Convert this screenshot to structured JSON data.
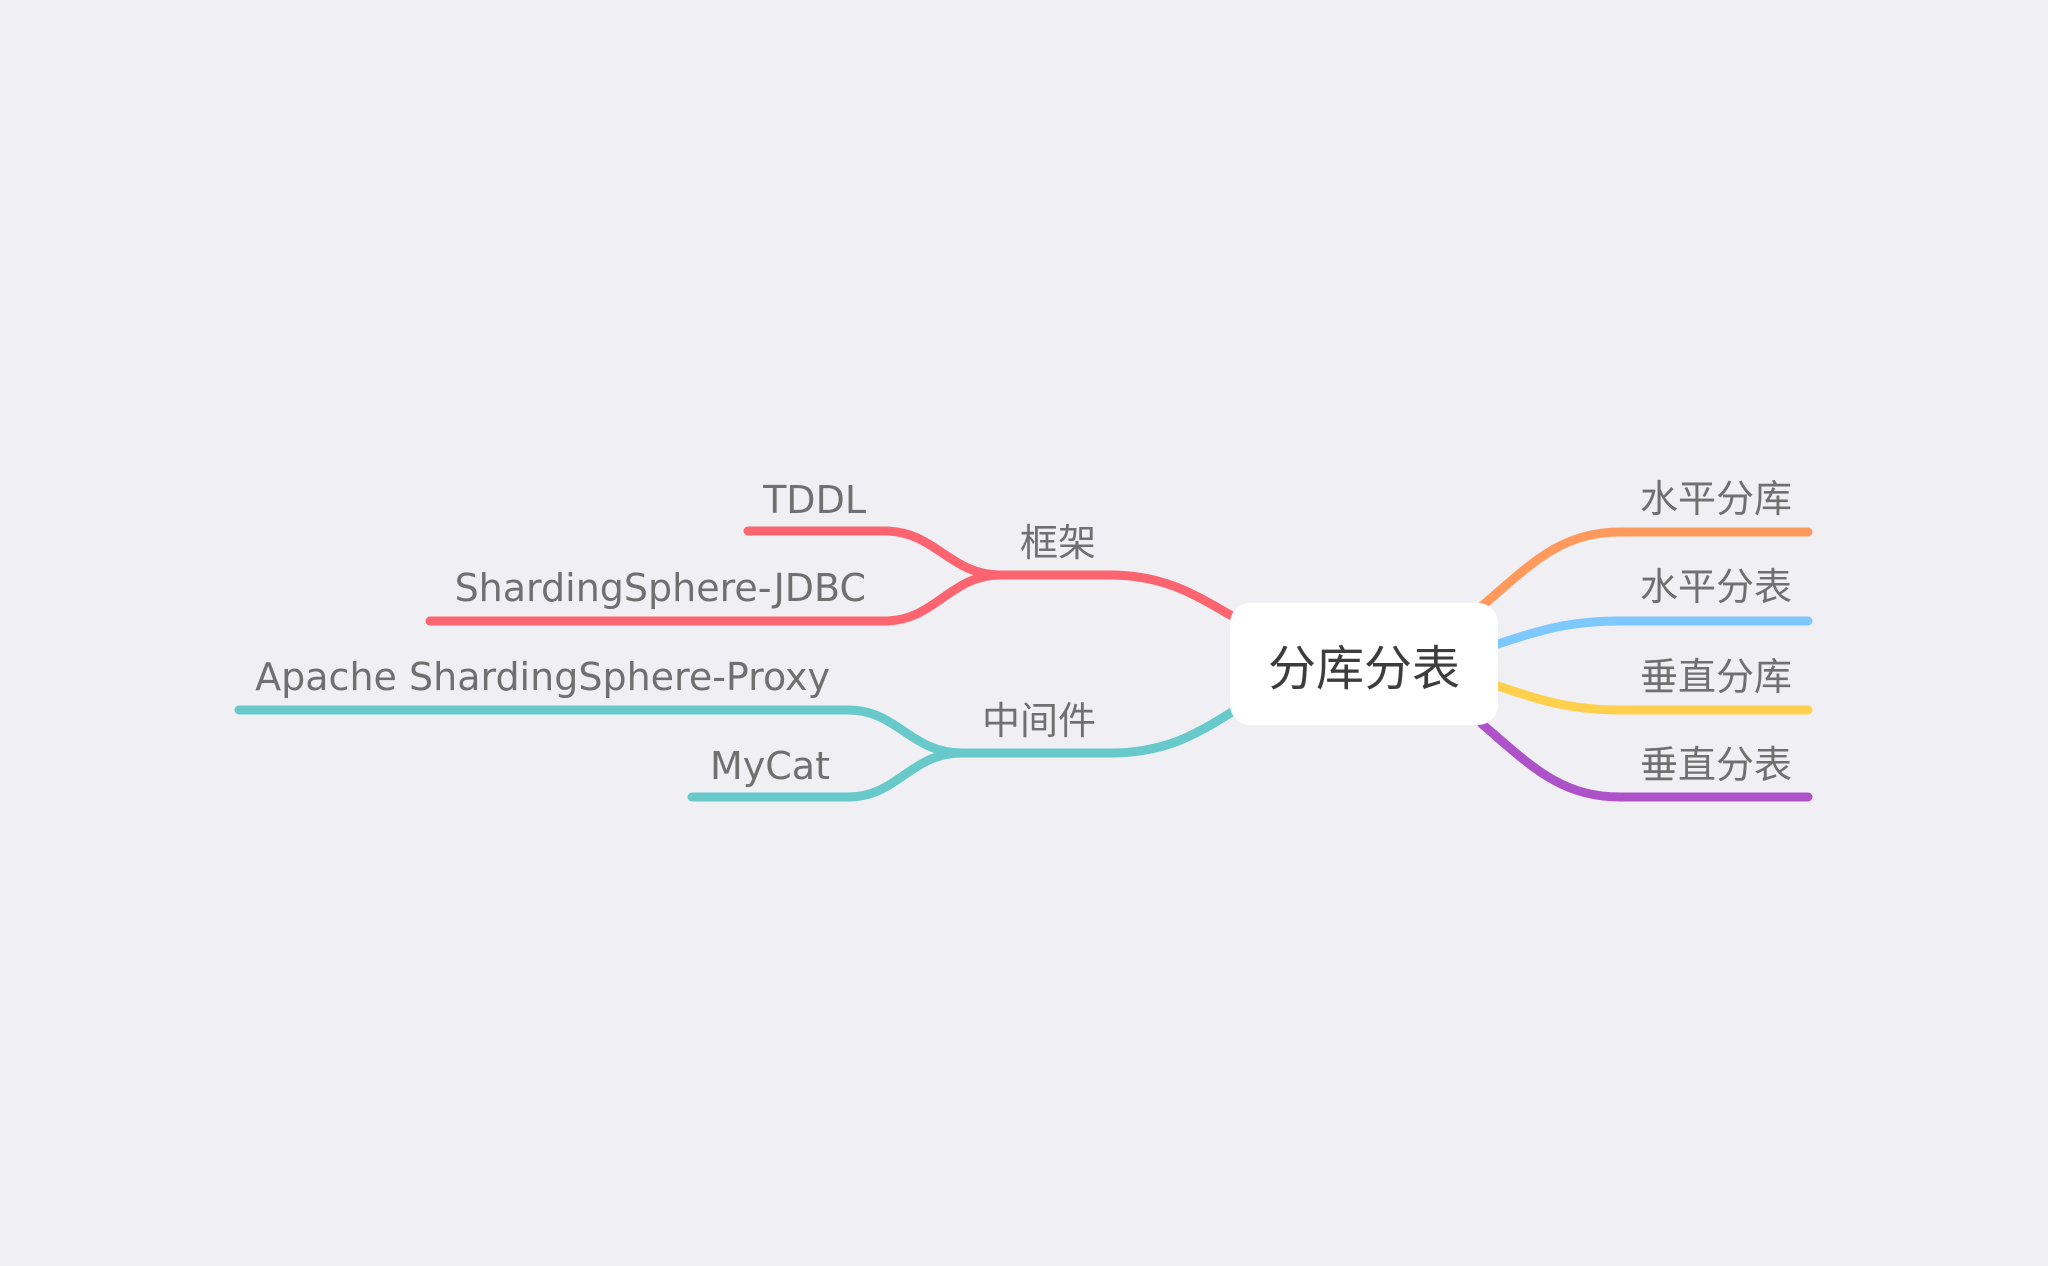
{
  "root": {
    "label": "分库分表"
  },
  "right_branches": [
    {
      "label": "水平分库",
      "color": "#ff9a5c"
    },
    {
      "label": "水平分表",
      "color": "#7cc8ff"
    },
    {
      "label": "垂直分库",
      "color": "#ffd04b"
    },
    {
      "label": "垂直分表",
      "color": "#ad52c9"
    }
  ],
  "left_branches": [
    {
      "label": "框架",
      "color": "#fc6570",
      "children": [
        {
          "label": "TDDL"
        },
        {
          "label": "ShardingSphere-JDBC"
        }
      ]
    },
    {
      "label": "中间件",
      "color": "#68c9cb",
      "children": [
        {
          "label": "Apache ShardingSphere-Proxy"
        },
        {
          "label": "MyCat"
        }
      ]
    }
  ]
}
